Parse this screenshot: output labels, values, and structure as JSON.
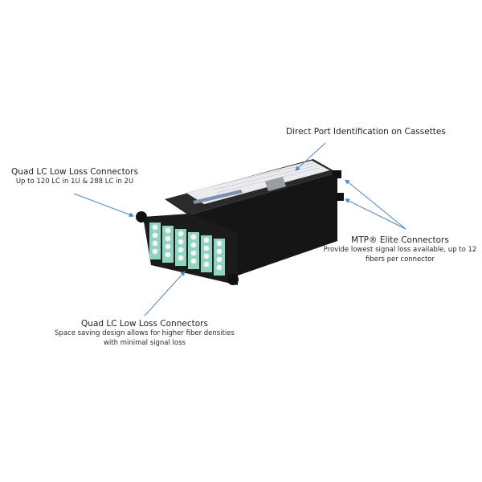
{
  "callouts": {
    "port_id": {
      "title": "Direct Port Identification on Cassettes"
    },
    "quad_lc_side": {
      "title": "Quad LC Low Loss Connectors",
      "subtitle": "Up to 120 LC in 1U & 288 LC in 2U"
    },
    "mtp_elite": {
      "title": "MTP® Elite Connectors",
      "subtitle_line1": "Provide lowest signal loss available, up to 12",
      "subtitle_line2": "fibers per connector"
    },
    "quad_lc_front": {
      "title": "Quad LC Low Loss Connectors",
      "subtitle_line1": "Space saving design allows for higher fiber densities",
      "subtitle_line2": "with minimal signal loss"
    }
  },
  "product": {
    "name": "MTP fiber cassette module",
    "colors": {
      "body": "#1b1b1b",
      "adapter": "#8fd3c1",
      "port": "#f2f2f2",
      "label": "#e9ebee",
      "arrow": "#4a86c8"
    },
    "adapter_columns": 6,
    "ports_per_column": 4
  }
}
